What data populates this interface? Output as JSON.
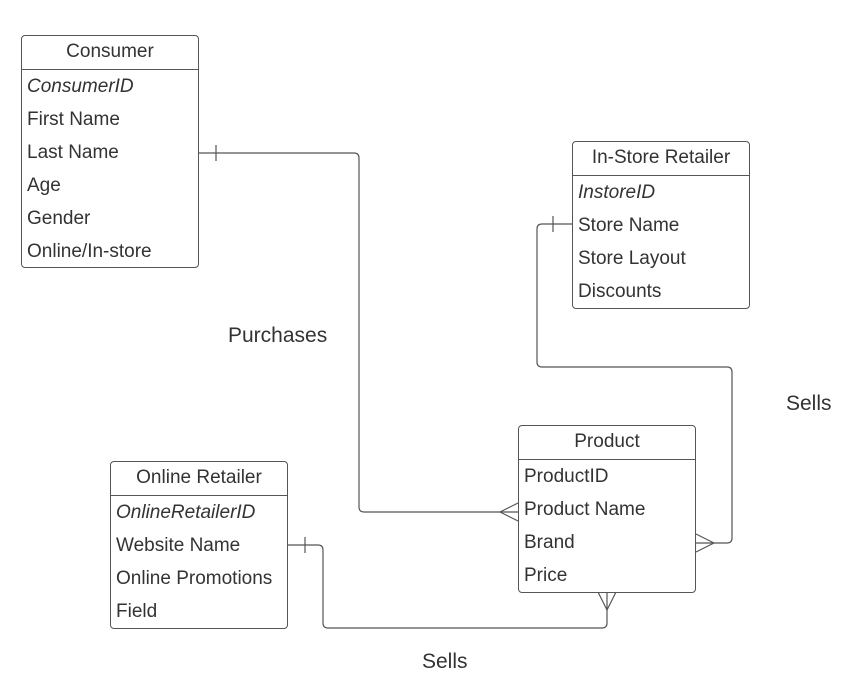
{
  "entities": {
    "consumer": {
      "title": "Consumer",
      "attrs": [
        "ConsumerID",
        "First Name",
        "Last Name",
        "Age",
        "Gender",
        "Online/In-store"
      ]
    },
    "instore": {
      "title": "In-Store Retailer",
      "attrs": [
        "InstoreID",
        "Store Name",
        "Store Layout",
        "Discounts"
      ]
    },
    "product": {
      "title": "Product",
      "attrs": [
        "ProductID",
        "Product Name",
        "Brand",
        "Price"
      ]
    },
    "online": {
      "title": "Online Retailer",
      "attrs": [
        "OnlineRetailerID",
        "Website Name",
        "Online Promotions",
        "Field"
      ]
    }
  },
  "relationships": {
    "purchases": "Purchases",
    "sells_instore": "Sells",
    "sells_online": "Sells"
  }
}
